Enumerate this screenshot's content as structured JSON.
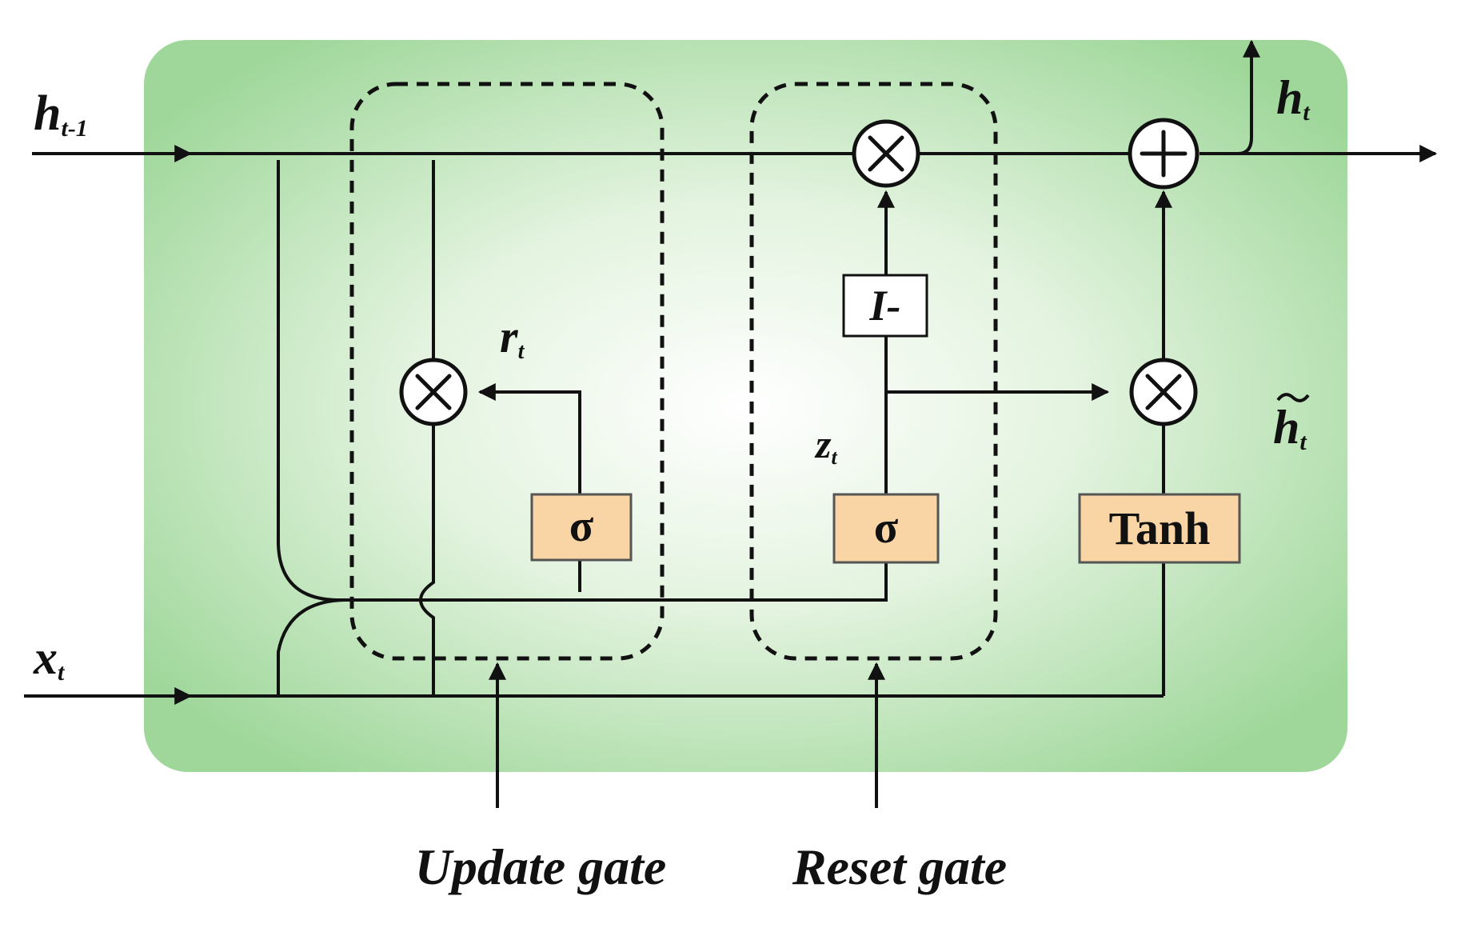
{
  "labels": {
    "h_prev": "h",
    "h_prev_sub": "t-1",
    "x_t": "x",
    "x_t_sub": "t",
    "h_t": "h",
    "h_t_sub": "t",
    "h_tilde": "h",
    "h_tilde_sub": "t",
    "r_t": "r",
    "r_t_sub": "t",
    "z_t": "z",
    "z_t_sub": "t"
  },
  "boxes": {
    "sigma_reset": "σ",
    "sigma_update": "σ",
    "tanh": "Tanh",
    "one_minus": "I-"
  },
  "captions": {
    "update_gate": "Update gate",
    "reset_gate": "Reset gate"
  },
  "colors": {
    "panel_center": "#ffffff",
    "panel_edge": "#9fd79a",
    "gate_box_fill": "#f9d4a4"
  }
}
